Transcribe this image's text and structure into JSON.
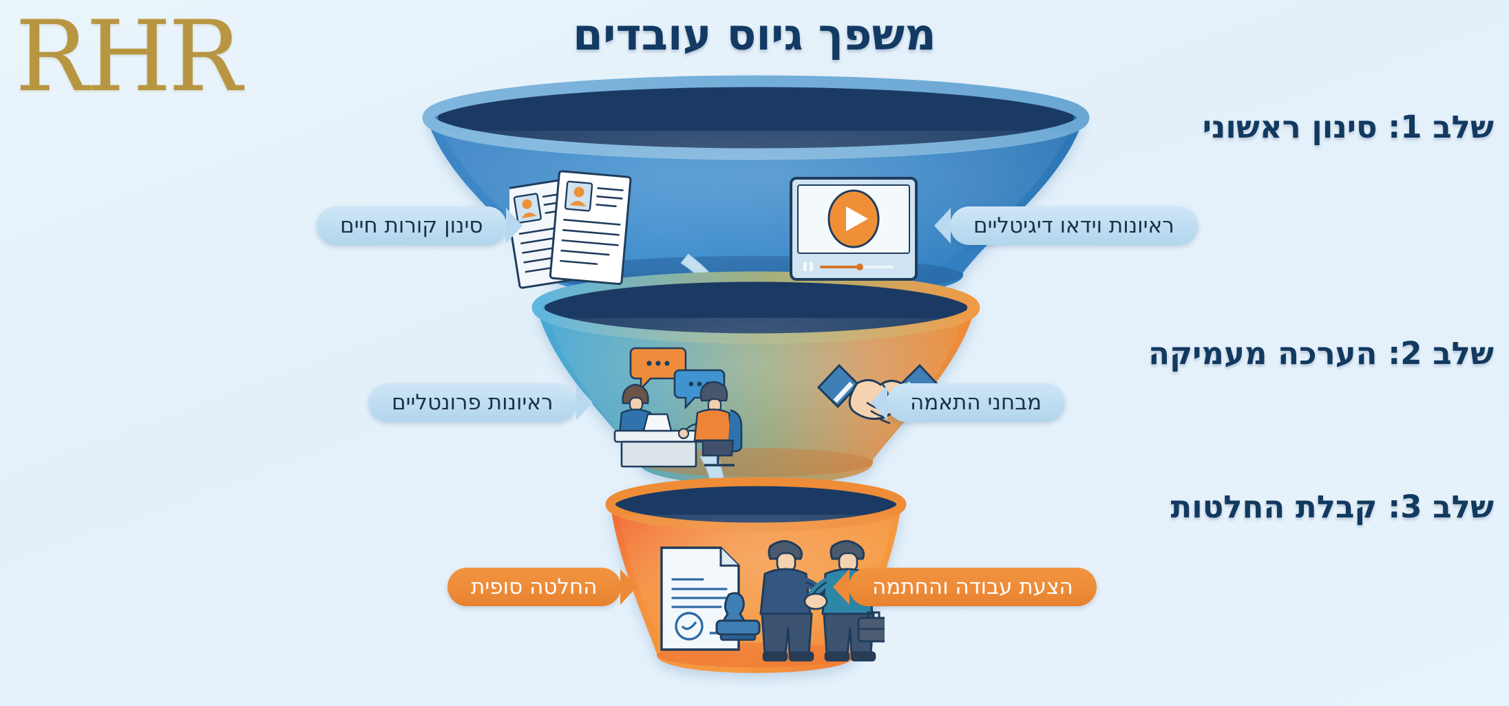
{
  "brand": {
    "logo_text": "RHR",
    "logo_color": "#b89641"
  },
  "header": {
    "title": "משפך גיוס עובדים",
    "title_color": "#123a63"
  },
  "background_color": "#e7f2fb",
  "funnel": {
    "stages": [
      {
        "index": "1",
        "stage_label": "שלב 1: סינון ראשוני",
        "color_start": "#3f8fce",
        "color_end": "#2f7bbd",
        "rim_color": "#7db4dc",
        "inner_color": "#1b3a63",
        "pills": [
          {
            "side": "right",
            "text": "סינון קורות חיים",
            "style": "blue"
          },
          {
            "side": "left",
            "text": "ראיונות וידאו דיגיטליים",
            "style": "blue"
          }
        ],
        "icons": [
          "cv-documents-icon",
          "video-player-icon"
        ]
      },
      {
        "index": "2",
        "stage_label": "שלב 2: הערכה מעמיקה",
        "color_start": "#45a7d6",
        "color_end": "#ee8a33",
        "rim_color": "#5fa9d4",
        "inner_color": "#1b3a63",
        "pills": [
          {
            "side": "right",
            "text": "ראיונות פרונטליים",
            "style": "blue"
          },
          {
            "side": "left",
            "text": "מבחני התאמה",
            "style": "blue"
          }
        ],
        "icons": [
          "interview-scene-icon",
          "handshake-icon"
        ]
      },
      {
        "index": "3",
        "stage_label": "שלב 3: קבלת החלטות",
        "color_start": "#f5a03f",
        "color_end": "#ef6a36",
        "rim_color": "#ef8c37",
        "inner_color": "#1b3a63",
        "pills": [
          {
            "side": "right",
            "text": "החלטה סופית",
            "style": "orange"
          },
          {
            "side": "left",
            "text": "הצעת עבודה והחתמה",
            "style": "orange"
          }
        ],
        "icons": [
          "contract-stamp-icon",
          "business-handshake-people-icon"
        ]
      }
    ],
    "arrows": [
      {
        "from": "1",
        "to": "2",
        "color": "#bcddef",
        "name": "flow-arrow-1-2"
      },
      {
        "from": "2",
        "to": "3",
        "color": "#bcddef",
        "name": "flow-arrow-2-3"
      }
    ]
  },
  "chart_data": {
    "type": "funnel",
    "title": "משפך גיוס עובדים",
    "stages": [
      {
        "label": "שלב 1: סינון ראשוני",
        "width_rel": 100,
        "items": [
          "סינון קורות חיים",
          "ראיונות וידאו דיגיטליים"
        ]
      },
      {
        "label": "שלב 2: הערכה מעמיקה",
        "width_rel": 72,
        "items": [
          "ראיונות פרונטליים",
          "מבחני התאמה"
        ]
      },
      {
        "label": "שלב 3: קבלת החלטות",
        "width_rel": 48,
        "items": [
          "החלטה סופית",
          "הצעת עבודה והחתמה"
        ]
      }
    ],
    "legend_position": "right",
    "grid": false
  }
}
